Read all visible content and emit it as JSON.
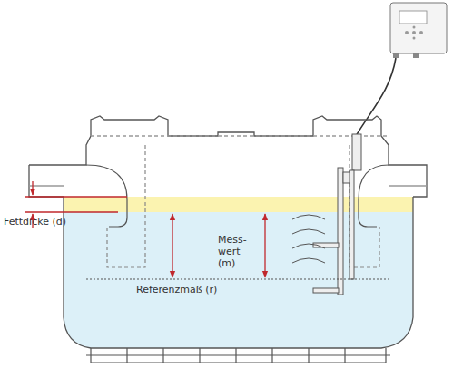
{
  "diagram": {
    "labels": [
      "Fettdicke (d)",
      "Mess- wert (m)",
      "Referenzmaß (r)"
    ]
  }
}
